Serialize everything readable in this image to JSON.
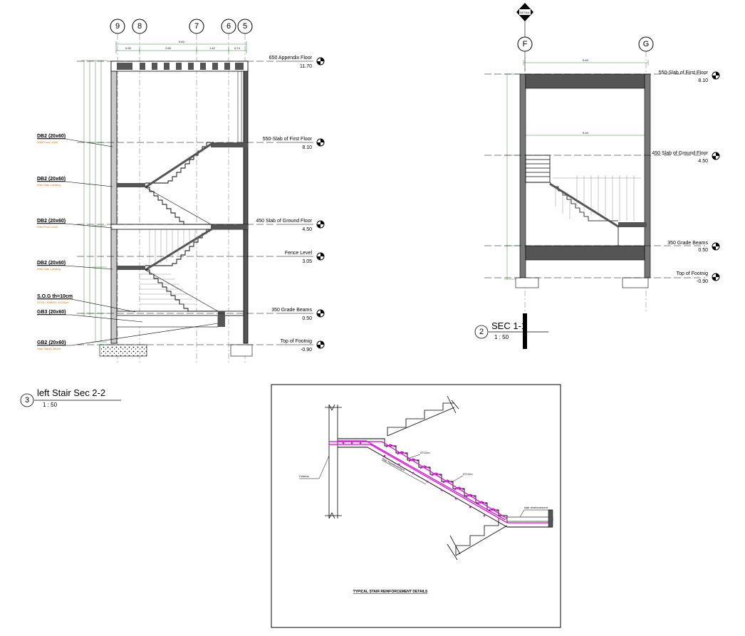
{
  "sections": {
    "left": {
      "number": "3",
      "title": "left Stair Sec 2-2",
      "scale": "1 : 50",
      "grid_axes": [
        "9",
        "8",
        "7",
        "6",
        "5"
      ],
      "overall_dimension": "9.60",
      "span_dimensions": [
        "0.90",
        "2.65",
        "1.42",
        "0.74"
      ],
      "levels": [
        {
          "name": "650 Appendix Floor",
          "value": "11.70"
        },
        {
          "name": "550-Slab of First Floor",
          "value": "8.10"
        },
        {
          "name": "450 Slab of Ground Floor",
          "value": "4.50"
        },
        {
          "name": "Fence Level",
          "value": "3.05"
        },
        {
          "name": "350 Grade Beams",
          "value": "0.50"
        },
        {
          "name": "Top of Footnig",
          "value": "-0.90"
        }
      ],
      "beam_labels": [
        {
          "name": "DB2 (20x60)",
          "sub": "With Floor Level"
        },
        {
          "name": "DB2 (20x60)",
          "sub": "With Stair Landing"
        },
        {
          "name": "DB2 (20x60)",
          "sub": "With Floor Level"
        },
        {
          "name": "DB2 (20x60)",
          "sub": "With Stair Landing"
        },
        {
          "name": "S.O.G th=10cm",
          "sub": "STEEL FABRIC 10/20cm"
        },
        {
          "name": "GB3 (20x60)",
          "sub": ""
        },
        {
          "name": "GB2 (20x60)",
          "sub": "Stair Starter Beam"
        }
      ]
    },
    "right": {
      "number": "2",
      "title": "SEC 1-1",
      "scale": "1 : 50",
      "grid_axes": [
        "F",
        "G"
      ],
      "north_tag": "DETAIL",
      "top_dimension": "5.40",
      "mid_dimension": "5.40",
      "levels": [
        {
          "name": "550-Slab of First Floor",
          "value": "8.10"
        },
        {
          "name": "450 Slab of Ground Floor",
          "value": "4.50"
        },
        {
          "name": "350 Grade Beams",
          "value": "0.50"
        },
        {
          "name": "Top of Footnig",
          "value": "-0.90"
        }
      ]
    },
    "detail": {
      "title": "TYPICAL STAIR REINFORCEMENT DETAILS",
      "labels": {
        "column": "Column",
        "stair_reinforcement": "Stair Reinforcement",
        "top_bars": "5T12/m",
        "bottom_bars": "5T12/m",
        "slab_reinforcement": "slab reinforcement"
      }
    }
  },
  "colors": {
    "line": "#000000",
    "concrete": "#555555",
    "rebar": "#e000e0",
    "annotation_orange": "#e07000"
  }
}
